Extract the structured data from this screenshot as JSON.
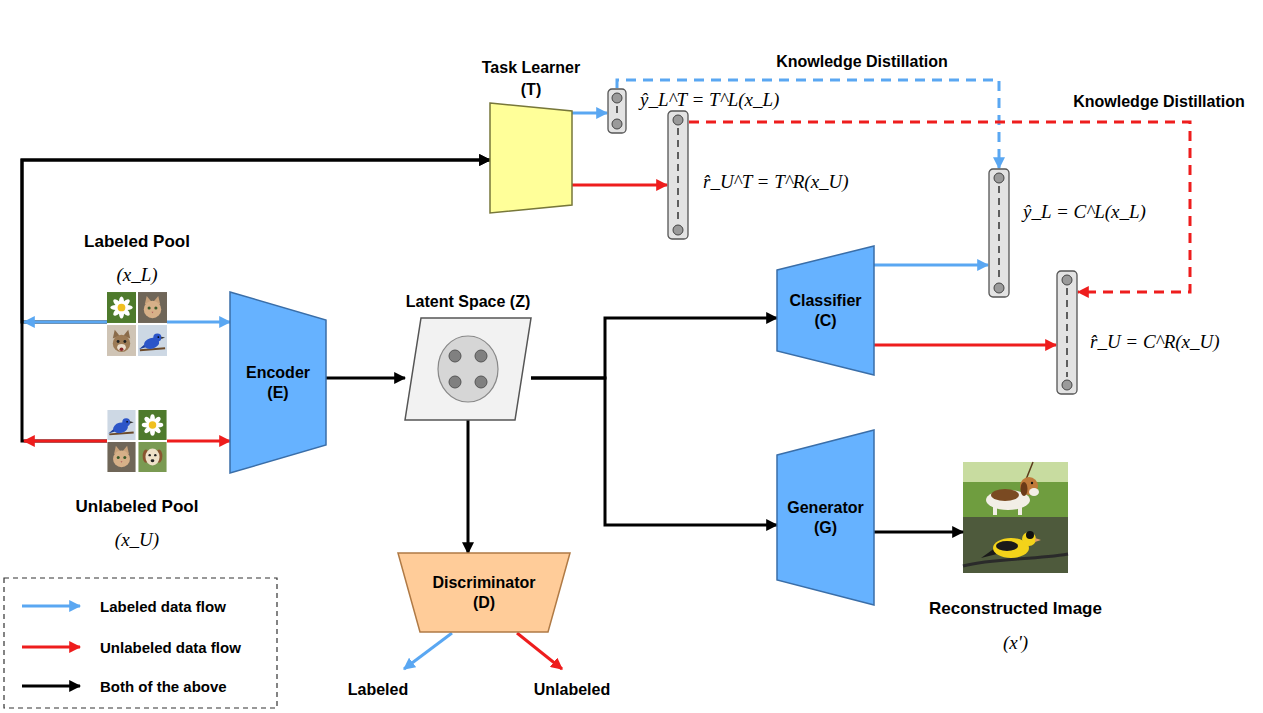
{
  "diagram": {
    "nodes": [
      {
        "text": [
          "Task Learner (T)"
        ]
      },
      {
        "text": [
          "ŷ_L^T = T^L(x_L)"
        ]
      },
      {
        "text": [
          "r̂_U^T = T^R(x_U)"
        ]
      },
      {
        "text": [
          "Labeled Pool",
          "(x_L)"
        ]
      },
      {
        "text": [
          "Encoder (E)"
        ]
      },
      {
        "text": [
          "Latent Space (Z)"
        ]
      },
      {
        "text": [
          "Classifier (C)"
        ]
      },
      {
        "text": [
          "ŷ_L = C^L(x_L)"
        ]
      },
      {
        "text": [
          "r̂_U = C^R(x_U)"
        ]
      },
      {
        "text": [
          "Unlabeled Pool",
          "(x_U)"
        ]
      },
      {
        "text": [
          "Generator (G)"
        ]
      },
      {
        "text": [
          "Reconstructed Image",
          "(x')"
        ]
      },
      {
        "text": [
          "Discriminator (D)"
        ]
      }
    ],
    "edges": [
      {
        "from": 3,
        "to": 0,
        "arrow": "to"
      },
      {
        "from": 9,
        "to": 0,
        "arrow": "to"
      },
      {
        "from": 3,
        "to": 4,
        "arrow": "to"
      },
      {
        "from": 9,
        "to": 4,
        "arrow": "to"
      },
      {
        "from": 0,
        "to": 1,
        "arrow": "to"
      },
      {
        "from": 0,
        "to": 2,
        "arrow": "to"
      },
      {
        "from": 4,
        "to": 5,
        "arrow": "to"
      },
      {
        "from": 5,
        "to": 6,
        "arrow": "to"
      },
      {
        "from": 5,
        "to": 10,
        "arrow": "to"
      },
      {
        "from": 5,
        "to": 12,
        "arrow": "to"
      },
      {
        "from": 6,
        "to": 7,
        "arrow": "to"
      },
      {
        "from": 6,
        "to": 8,
        "arrow": "to"
      },
      {
        "from": 10,
        "to": 11,
        "arrow": "to"
      },
      {
        "from": 1,
        "to": 7,
        "arrow": "to",
        "label": "Knowledge Distillation"
      },
      {
        "from": 2,
        "to": 8,
        "arrow": "to",
        "label": "Knowledge Distillation"
      }
    ],
    "labels": [
      "Labeled",
      "Unlabeled"
    ],
    "legend": [
      {
        "text": "Labeled data flow"
      },
      {
        "text": "Unlabeled data flow"
      },
      {
        "text": "Both of the above"
      }
    ]
  }
}
